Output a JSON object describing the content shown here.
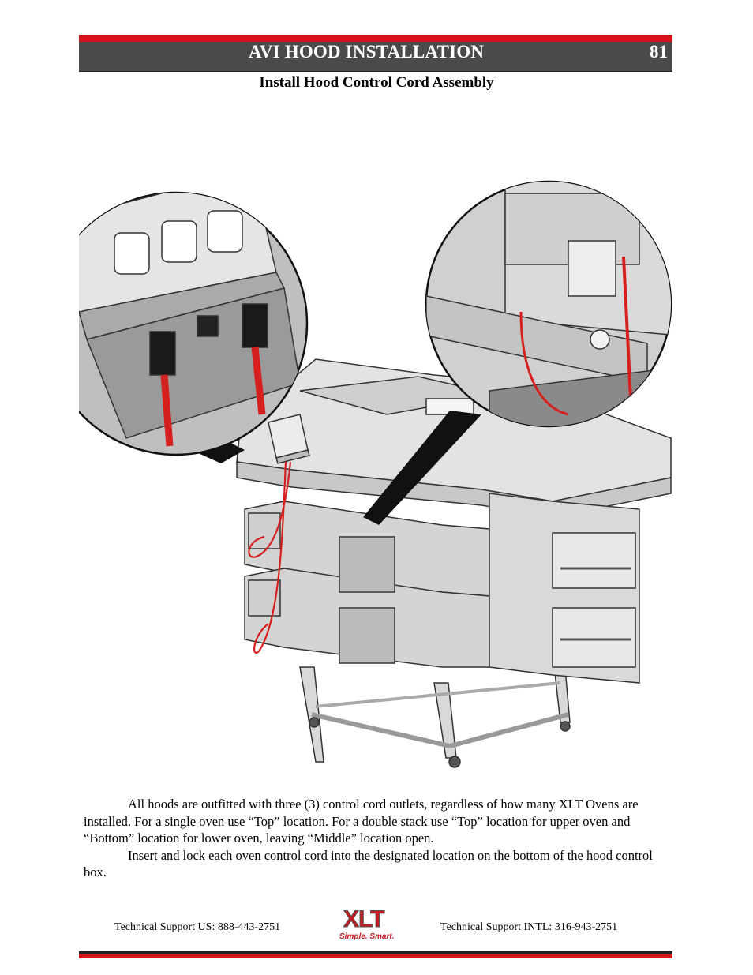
{
  "header": {
    "title": "AVI HOOD INSTALLATION",
    "page_number": "81"
  },
  "subtitle": "Install Hood Control Cord Assembly",
  "body": {
    "paragraph_1": "All hoods are outfitted with three (3) control cord outlets, regardless of how many XLT Ovens are installed.  For a single oven use “Top” location. For a double stack use “Top” location for upper oven and “Bottom” location for lower oven, leaving “Middle” location open.",
    "paragraph_2": "Insert and lock each oven control cord into the designated location on the bottom of the hood control box."
  },
  "footer": {
    "support_us": "Technical Support  US:  888-443-2751",
    "support_intl": "Technical Support  INTL:  316-943-2751",
    "logo_text": "XLT",
    "logo_tagline": "Simple. Smart."
  },
  "colors": {
    "accent_red": "#d4151d",
    "header_gray": "#4a4a4a"
  }
}
